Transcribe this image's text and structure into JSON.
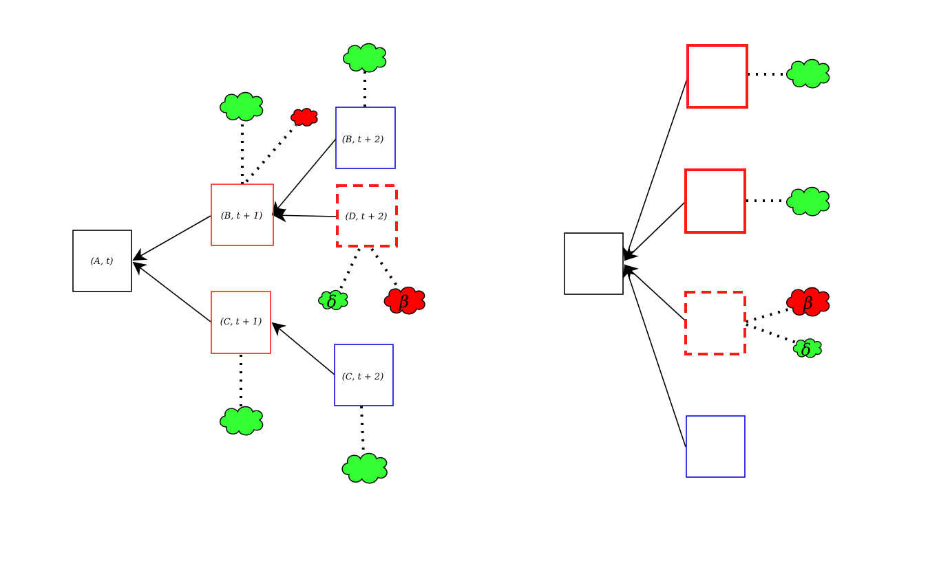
{
  "colors": {
    "black": "#000000",
    "red": "#ff1a1a",
    "blue": "#0a0acc",
    "green_cloud": "#33ff33",
    "red_cloud": "#ff0000"
  },
  "left_diagram": {
    "nodes": {
      "A_t": "(A, t)",
      "B_t1": "(B, t + 1)",
      "C_t1": "(C, t + 1)",
      "B_t2": "(B, t + 2)",
      "D_t2": "(D, t + 2)",
      "C_t2": "(C, t + 2)"
    },
    "cloud_symbols": {
      "delta": "δ",
      "beta": "β"
    }
  },
  "right_diagram": {
    "cloud_symbols": {
      "delta": "δ",
      "beta": "β"
    }
  }
}
